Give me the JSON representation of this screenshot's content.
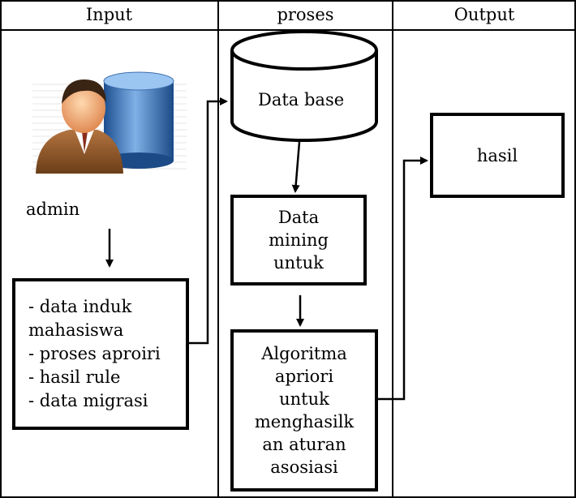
{
  "header": {
    "col_input": "Input",
    "col_proses": "proses",
    "col_output": "Output"
  },
  "input": {
    "actor_label": "admin",
    "actor_icon": "admin-database-icon",
    "box_text": "- data induk\nmahasiswa\n- proses aproiri\n- hasil rule\n- data migrasi"
  },
  "proses": {
    "database_label": "Data base",
    "data_mining_label": "Data\nmining\nuntuk",
    "algoritma_label": "Algoritma\napriori\nuntuk\nmenghasilk\nan aturan\nasosiasi"
  },
  "output": {
    "hasil_label": "hasil"
  }
}
